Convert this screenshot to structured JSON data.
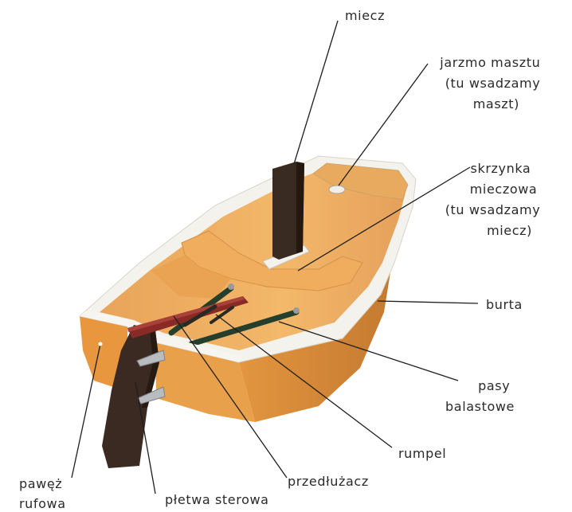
{
  "labels": {
    "miecz": [
      "miecz"
    ],
    "jarzmo": [
      "jarzmo masztu",
      "(tu wsadzamy",
      "maszt)"
    ],
    "skrzynka": [
      "skrzynka",
      "mieczowa",
      "(tu wsadzamy",
      "miecz)"
    ],
    "burta": [
      "burta"
    ],
    "pasy": [
      "pasy",
      "balastowe"
    ],
    "rumpel": [
      "rumpel"
    ],
    "przedluzacz": [
      "przedłużacz"
    ],
    "pletwa": [
      "płetwa sterowa"
    ],
    "pawez": [
      "pawęż",
      "rufowa"
    ]
  },
  "colors": {
    "hull_outer": "#e79a47",
    "hull_inner": "#f2b466",
    "deck_white": "#f4f2ec",
    "daggerboard": "#3a2b22",
    "rudder": "#3b2a22",
    "tiller": "#8a2a25",
    "straps": "#253f2c"
  }
}
